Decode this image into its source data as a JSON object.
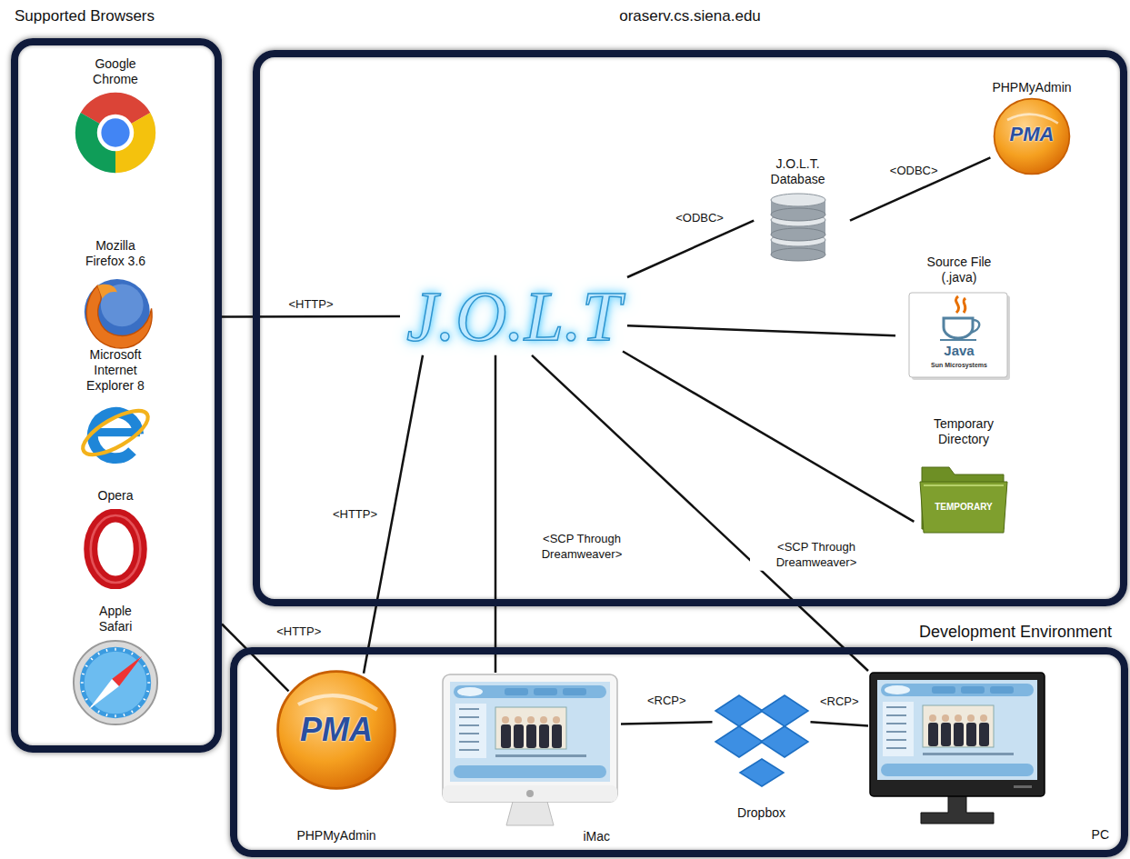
{
  "diagram": {
    "nodes": [
      {
        "text": [
          "Supported Browsers"
        ]
      },
      {
        "text": [
          "oraserv.cs.siena.edu"
        ]
      },
      {
        "text": [
          "Development Environment"
        ]
      },
      {
        "text": [
          "Google Chrome"
        ],
        "in": 0
      },
      {
        "text": [
          "Mozilla Firefox 3.6"
        ],
        "in": 0
      },
      {
        "text": [
          "Microsoft Internet Explorer 8"
        ],
        "in": 0
      },
      {
        "text": [
          "Opera"
        ],
        "in": 0
      },
      {
        "text": [
          "Apple Safari"
        ],
        "in": 0
      },
      {
        "text": [
          "J.O.L.T"
        ],
        "in": 1
      },
      {
        "text": [
          "J.O.L.T. Database"
        ],
        "in": 1
      },
      {
        "text": [
          "PHPMyAdmin",
          "PMA"
        ],
        "in": 1
      },
      {
        "text": [
          "Source File (.java)",
          "Java",
          "Sun Microsystems"
        ],
        "in": 1
      },
      {
        "text": [
          "Temporary Directory",
          "TEMPORARY"
        ],
        "in": 1
      },
      {
        "text": [
          "PMA",
          "PHPMyAdmin"
        ],
        "in": 2
      },
      {
        "text": [
          "iMac"
        ],
        "in": 2
      },
      {
        "text": [
          "Dropbox"
        ],
        "in": 2
      },
      {
        "text": [
          "PC"
        ],
        "in": 2
      }
    ],
    "edges": [
      {
        "from": 0,
        "to": 8,
        "label": "<HTTP>",
        "arrow": "none"
      },
      {
        "from": 8,
        "to": 9,
        "label": "<ODBC>",
        "arrow": "none"
      },
      {
        "from": 9,
        "to": 10,
        "label": "<ODBC>",
        "arrow": "none"
      },
      {
        "from": 8,
        "to": 11,
        "arrow": "none"
      },
      {
        "from": 8,
        "to": 12,
        "arrow": "none"
      },
      {
        "from": 13,
        "to": 8,
        "label": "<HTTP>",
        "arrow": "none"
      },
      {
        "from": 0,
        "to": 13,
        "label": "<HTTP>",
        "arrow": "none"
      },
      {
        "from": 14,
        "to": 8,
        "label": "<SCP Through Dreamweaver>",
        "arrow": "none"
      },
      {
        "from": 16,
        "to": 8,
        "label": "<SCP Through Dreamweaver>",
        "arrow": "none"
      },
      {
        "from": 14,
        "to": 15,
        "label": "<RCP>",
        "arrow": "none"
      },
      {
        "from": 15,
        "to": 16,
        "label": "<RCP>",
        "arrow": "none"
      }
    ]
  }
}
